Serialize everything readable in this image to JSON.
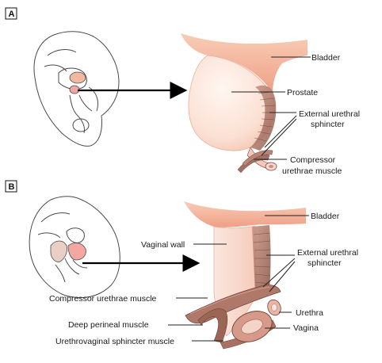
{
  "panels": [
    {
      "letter": "A",
      "labels": {
        "bladder": "Bladder",
        "prostate": "Prostate",
        "external_urethral_sphincter_1": "External urethral",
        "external_urethral_sphincter_2": "sphincter",
        "compressor_1": "Compressor",
        "compressor_2": "urethrae muscle"
      }
    },
    {
      "letter": "B",
      "labels": {
        "bladder": "Bladder",
        "vaginal_wall": "Vaginal wall",
        "external_urethral_sphincter_1": "External urethral",
        "external_urethral_sphincter_2": "sphincter",
        "compressor": "Compressor urethrae muscle",
        "urethra": "Urethra",
        "deep_perineal": "Deep perineal muscle",
        "vagina": "Vagina",
        "urethrovaginal": "Urethrovaginal sphincter muscle"
      }
    }
  ],
  "colors": {
    "bladder": "#f2b8a0",
    "prostate": "#fbe3d6",
    "vaginal_wall": "#fbe0d6",
    "muscle": "#b07868",
    "muscle_dark": "#7a4a40",
    "highlight_pink": "#f3a7a0",
    "arrow": "#000000"
  },
  "icons": [
    "arrow-right-icon"
  ]
}
